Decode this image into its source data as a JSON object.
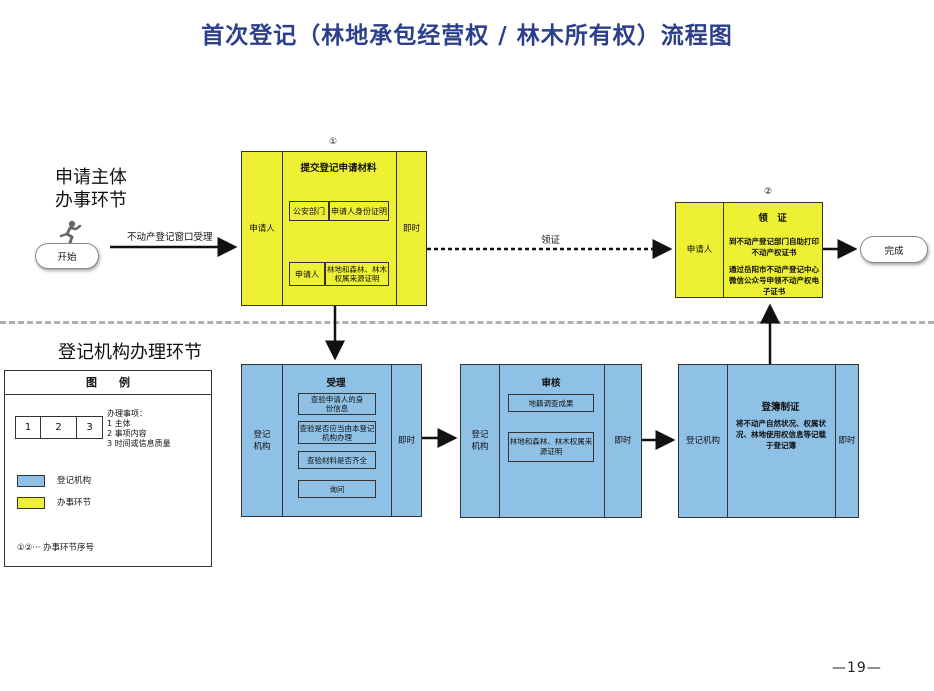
{
  "title": "首次登记（林地承包经营权 / 林木所有权）流程图",
  "sections": {
    "applicant": [
      "申请主体",
      "办事环节"
    ],
    "agency": "登记机构办理环节"
  },
  "start": {
    "label": "开始",
    "edge_label": "不动产登记窗口受理",
    "icon": "running-person-icon"
  },
  "step1": {
    "seq": "①",
    "title": "提交登记申请材料",
    "left": "申请人",
    "right": "即时",
    "rows": [
      {
        "dept": "公安部门",
        "item": "申请人身份证明"
      },
      {
        "dept": "申请人",
        "item": "林地和森林、林木权属来源证明"
      }
    ]
  },
  "edge_collect": "领证",
  "step2": {
    "seq": "②",
    "title": "领　证",
    "left": "申请人",
    "desc1": "到不动产登记部门自助打印不动产权证书",
    "desc2": "通过岳阳市不动产登记中心微信公众号申领不动产权电子证书"
  },
  "end": {
    "label": "完成"
  },
  "accept": {
    "title": "受理",
    "left": "登记机构",
    "right": "即时",
    "items": [
      "查验申请人的身份信息",
      "查验是否应当由本登记机构办理",
      "查验材料是否齐全",
      "询问"
    ]
  },
  "review": {
    "title": "审核",
    "left": "登记机构",
    "right": "即时",
    "items": [
      "地籍调查成果",
      "林地和森林、林木权属来源证明"
    ]
  },
  "register": {
    "title": "登簿制证",
    "left": "登记机构",
    "right": "即时",
    "desc": "将不动产自然状况、权属状况、林地使用权信息等记载于登记簿"
  },
  "legend": {
    "title": "图　　例",
    "cells": [
      "1",
      "2",
      "3"
    ],
    "notes": [
      "办理事项：",
      "1 主体",
      "2 事项内容",
      "3 时间或信息质量"
    ],
    "blue_label": "登记机构",
    "yellow_label": "办事环节",
    "seq_note": "①②···  办事环节序号"
  },
  "colors": {
    "yellow": "#eef034",
    "blue": "#8fc0e6",
    "title": "#2b3f8a"
  },
  "page_number": "—19—"
}
